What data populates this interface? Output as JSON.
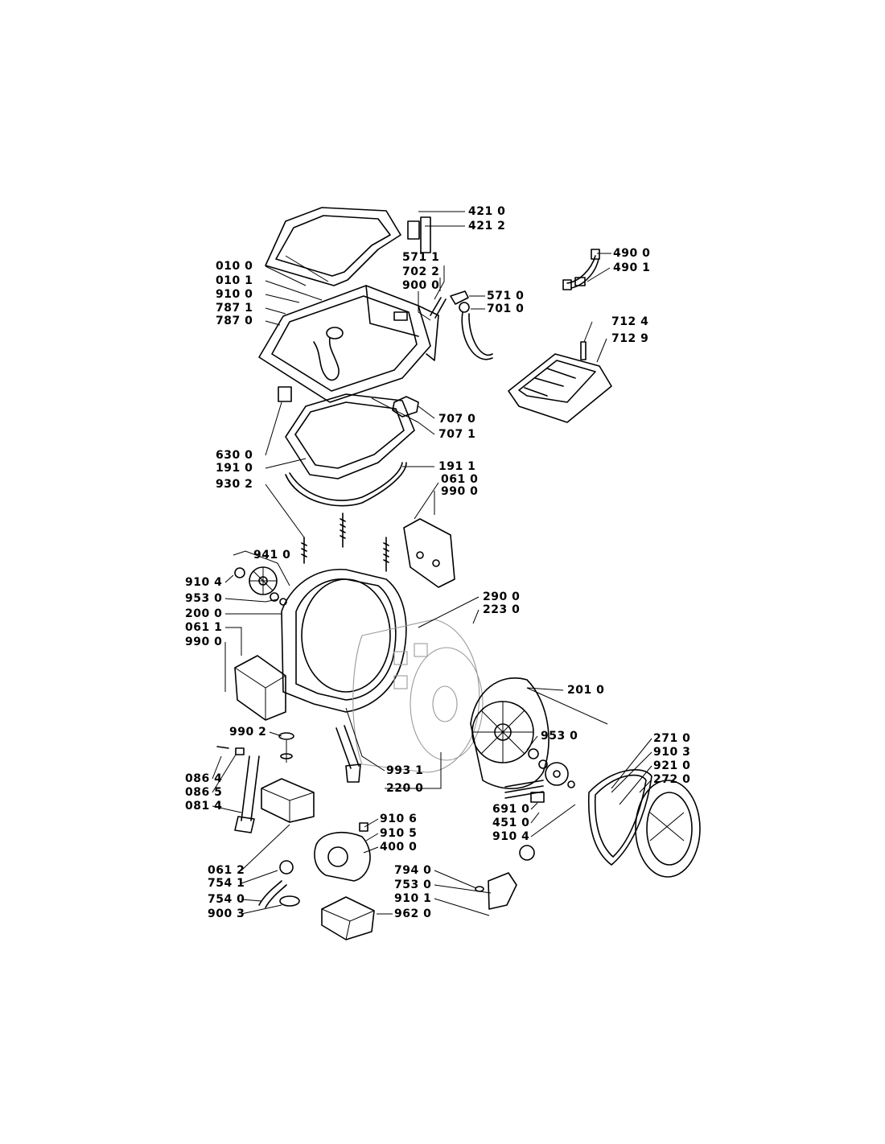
{
  "labels": {
    "l4210": "421 0",
    "l4212": "421 2",
    "l5711": "571 1",
    "l7022": "702 2",
    "l9000": "900 0",
    "l5710": "571 0",
    "l7010": "701 0",
    "l4900": "490 0",
    "l4901": "490 1",
    "l0100": "010 0",
    "l0101": "010 1",
    "l9100": "910 0",
    "l7871": "787 1",
    "l7870": "787 0",
    "l7124": "712 4",
    "l7129": "712 9",
    "l7070": "707 0",
    "l7071": "707 1",
    "l6300": "630 0",
    "l1910": "191 0",
    "l1911": "191 1",
    "l9302": "930 2",
    "l0610": "061 0",
    "l9900": "990 0",
    "l9410": "941 0",
    "l9104a": "910 4",
    "l9530a": "953 0",
    "l2000": "200 0",
    "l0611": "061 1",
    "l9900b": "990 0",
    "l2900": "290 0",
    "l2230": "223 0",
    "l2010": "201 0",
    "l9530b": "953 0",
    "l9902": "990 2",
    "l9931": "993 1",
    "l2200": "220 0",
    "l2710": "271 0",
    "l9103": "910 3",
    "l9210": "921 0",
    "l2720": "272 0",
    "l0864": "086 4",
    "l0865": "086 5",
    "l0814": "081 4",
    "l6910": "691 0",
    "l4510": "451 0",
    "l9104b": "910 4",
    "l9106": "910 6",
    "l9105": "910 5",
    "l4000": "400 0",
    "l0612": "061 2",
    "l7541": "754 1",
    "l7540": "754 0",
    "l9003": "900 3",
    "l7940": "794 0",
    "l7530": "753 0",
    "l9101": "910 1",
    "l9620": "962 0"
  }
}
